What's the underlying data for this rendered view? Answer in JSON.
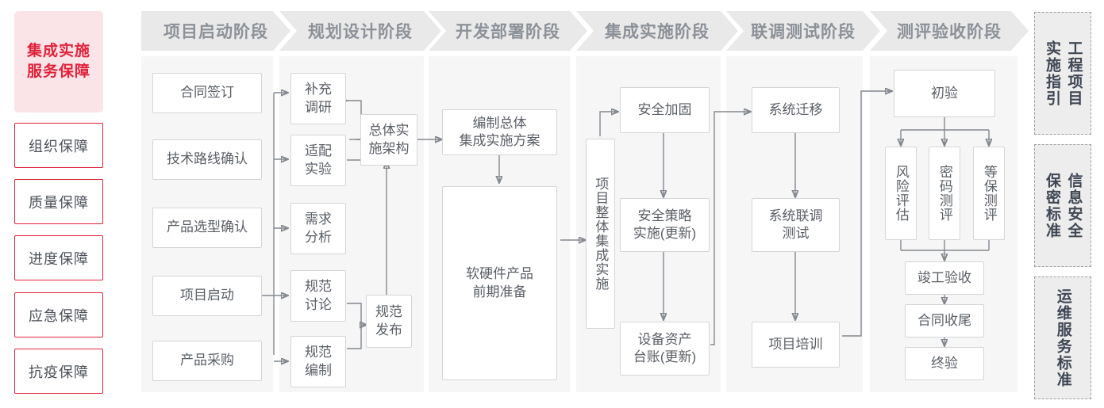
{
  "left_sidebar": {
    "title": "集成实施\n服务保障",
    "title_line1": "集成实施",
    "title_line2": "服务保障",
    "accent_color": "#e0233b",
    "accent_bg": "#fbe4e8",
    "items": [
      {
        "label": "组织保障"
      },
      {
        "label": "质量保障"
      },
      {
        "label": "进度保障"
      },
      {
        "label": "应急保障"
      },
      {
        "label": "抗疫保障"
      }
    ]
  },
  "phases": [
    {
      "header": "项目启动阶段",
      "tasks": [
        {
          "label": "合同签订"
        },
        {
          "label": "技术路线确认"
        },
        {
          "label": "产品选型确认"
        },
        {
          "label": "项目启动"
        },
        {
          "label": "产品采购"
        }
      ]
    },
    {
      "header": "规划设计阶段",
      "tasks": [
        {
          "label": "补充\n调研"
        },
        {
          "label": "适配\n实验"
        },
        {
          "label": "需求\n分析"
        },
        {
          "label": "规范\n讨论"
        },
        {
          "label": "规范\n编制"
        },
        {
          "label": "总体实\n施架构"
        },
        {
          "label": "规范\n发布"
        }
      ]
    },
    {
      "header": "开发部署阶段",
      "tasks": [
        {
          "label": "编制总体\n集成实施方案"
        },
        {
          "label": "软硬件产品\n前期准备"
        }
      ]
    },
    {
      "header": "集成实施阶段",
      "tasks": [
        {
          "label": "项目整体集成实施"
        },
        {
          "label": "安全加固"
        },
        {
          "label": "安全策略\n实施(更新)"
        },
        {
          "label": "设备资产\n台账(更新)"
        }
      ]
    },
    {
      "header": "联调测试阶段",
      "tasks": [
        {
          "label": "系统迁移"
        },
        {
          "label": "系统联调\n测试"
        },
        {
          "label": "项目培训"
        }
      ]
    },
    {
      "header": "测评验收阶段",
      "tasks": [
        {
          "label": "初验"
        },
        {
          "label": "风险评估"
        },
        {
          "label": "密码测评"
        },
        {
          "label": "等保测评"
        },
        {
          "label": "竣工验收"
        },
        {
          "label": "合同收尾"
        },
        {
          "label": "终验"
        }
      ]
    }
  ],
  "right_sidebar": {
    "items": [
      {
        "label": "工程项目实施指引"
      },
      {
        "label": "信息安全保密标准"
      },
      {
        "label": "运维服务标准"
      }
    ]
  },
  "colors": {
    "panel_bg": "#f6f6f6",
    "header_bg": "#e9e9e9",
    "header_text": "#8c9199",
    "box_border": "#d3d6d9",
    "box_text": "#5a5f66",
    "wire": "#83888f",
    "std_bg": "#ededed",
    "std_border": "#9aa0a6"
  }
}
